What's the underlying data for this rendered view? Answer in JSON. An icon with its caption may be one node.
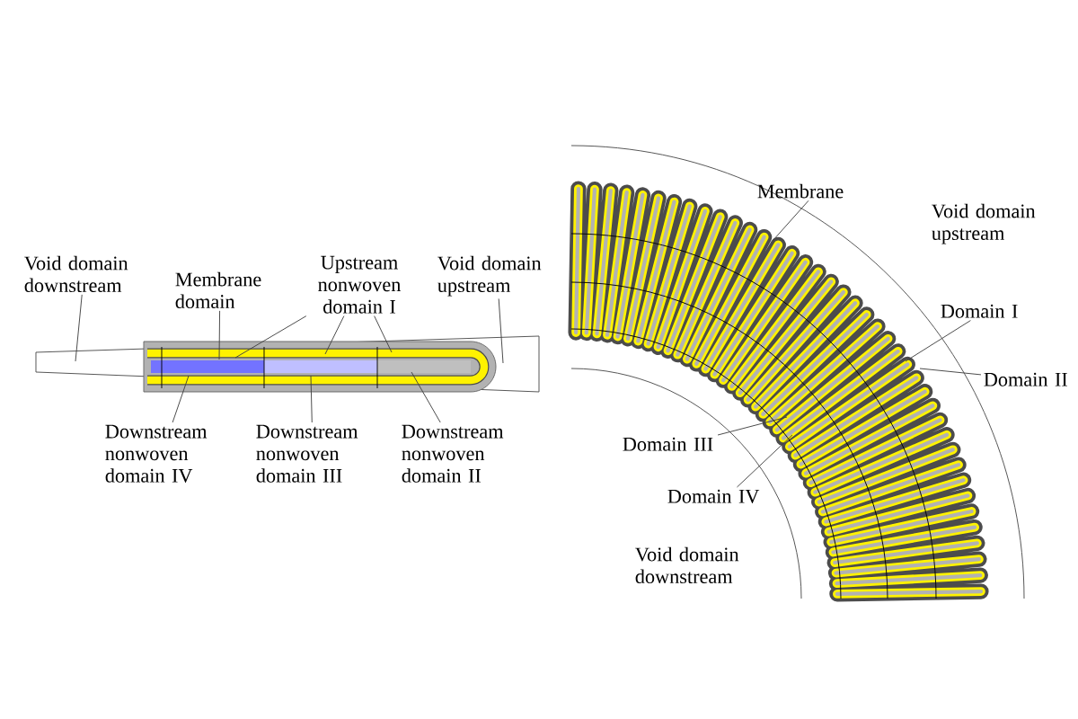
{
  "diagram": {
    "nodes": [
      {
        "text": [
          "Void domain downstream"
        ]
      },
      {
        "text": [
          "Membrane domain"
        ]
      },
      {
        "text": [
          "Upstream nonwoven domain I"
        ]
      },
      {
        "text": [
          "Void domain upstream"
        ]
      },
      {
        "text": [
          "Downstream nonwoven domain IV"
        ]
      },
      {
        "text": [
          "Downstream nonwoven domain III"
        ]
      },
      {
        "text": [
          "Downstream nonwoven domain II"
        ]
      },
      {
        "text": [
          "Membrane"
        ]
      },
      {
        "text": [
          "Domain I"
        ]
      },
      {
        "text": [
          "Domain II"
        ]
      },
      {
        "text": [
          "Domain III"
        ]
      },
      {
        "text": [
          "Domain IV"
        ]
      }
    ],
    "edges": [
      {
        "from": 0,
        "to": null,
        "arrow": "none"
      },
      {
        "from": 1,
        "to": null,
        "arrow": "none"
      },
      {
        "from": 2,
        "to": null,
        "arrow": "none"
      },
      {
        "from": 2,
        "to": null,
        "arrow": "none"
      },
      {
        "from": 2,
        "to": null,
        "arrow": "none"
      },
      {
        "from": 3,
        "to": null,
        "arrow": "none"
      },
      {
        "from": 4,
        "to": null,
        "arrow": "none"
      },
      {
        "from": 5,
        "to": null,
        "arrow": "none"
      },
      {
        "from": 6,
        "to": null,
        "arrow": "none"
      },
      {
        "from": 7,
        "to": null,
        "arrow": "none"
      },
      {
        "from": 8,
        "to": null,
        "arrow": "none"
      },
      {
        "from": 9,
        "to": null,
        "arrow": "none"
      },
      {
        "from": 10,
        "to": null,
        "arrow": "none"
      },
      {
        "from": 11,
        "to": null,
        "arrow": "none"
      }
    ],
    "labels": [
      "Void domain upstream",
      "Void domain downstream"
    ]
  }
}
